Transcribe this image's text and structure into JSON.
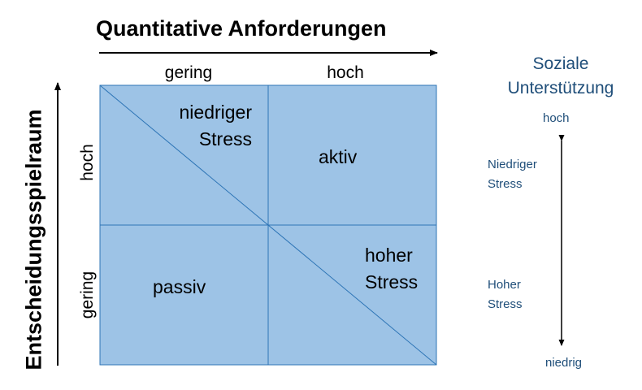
{
  "x_axis": {
    "title": "Quantitative Anforderungen",
    "low": "gering",
    "high": "hoch"
  },
  "y_axis": {
    "title": "Entscheidungsspielraum",
    "low": "gering",
    "high": "hoch"
  },
  "quadrants": {
    "top_left": {
      "line1": "niedriger",
      "line2": "Stress"
    },
    "top_right": {
      "label": "aktiv"
    },
    "bottom_left": {
      "label": "passiv"
    },
    "bottom_right": {
      "line1": "hoher",
      "line2": "Stress"
    }
  },
  "social_support": {
    "title_line1": "Soziale",
    "title_line2": "Unterstützung",
    "high": "hoch",
    "low": "niedrig",
    "upper_note_line1": "Niedriger",
    "upper_note_line2": "Stress",
    "lower_note_line1": "Hoher",
    "lower_note_line2": "Stress"
  },
  "colors": {
    "cell_fill": "#9dc3e6",
    "cell_border": "#2e75b6",
    "text_blue": "#1f4e79",
    "arrow": "#000000"
  }
}
